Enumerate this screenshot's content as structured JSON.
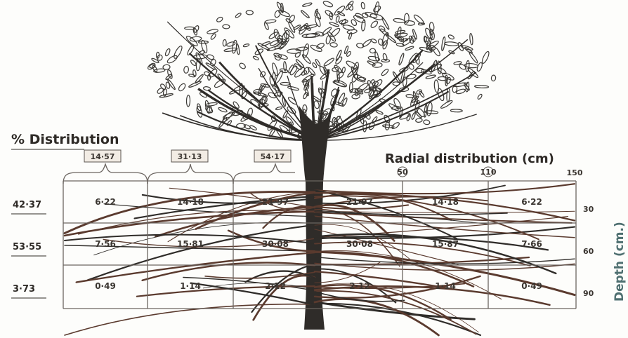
{
  "title_left": "% Distribution",
  "title_right": "Radial distribution (cm)",
  "column_percents": [
    "14·57",
    "31·13",
    "54·17"
  ],
  "radial_ticks": [
    "50",
    "110",
    "150"
  ],
  "depth_label": "Depth (cm.)",
  "depth_ticks": [
    "30",
    "60",
    "90"
  ],
  "row_percents": [
    "42·37",
    "53·55",
    "3·73"
  ],
  "cells": [
    [
      "6·22",
      "14·18",
      "21·97",
      "21·97",
      "14·18",
      "6·22"
    ],
    [
      "7·56",
      "15·81",
      "30·08",
      "30·08",
      "15·87",
      "7·66"
    ],
    [
      "0·49",
      "1·14",
      "2·12",
      "2·12",
      "1·14",
      "0·49"
    ]
  ],
  "colors": {
    "ink": "#2e2a26",
    "root": "#5a3a2e",
    "foliage": "#3c3a36",
    "grid": "#6b6560",
    "depth_text": "#4e6f70"
  }
}
